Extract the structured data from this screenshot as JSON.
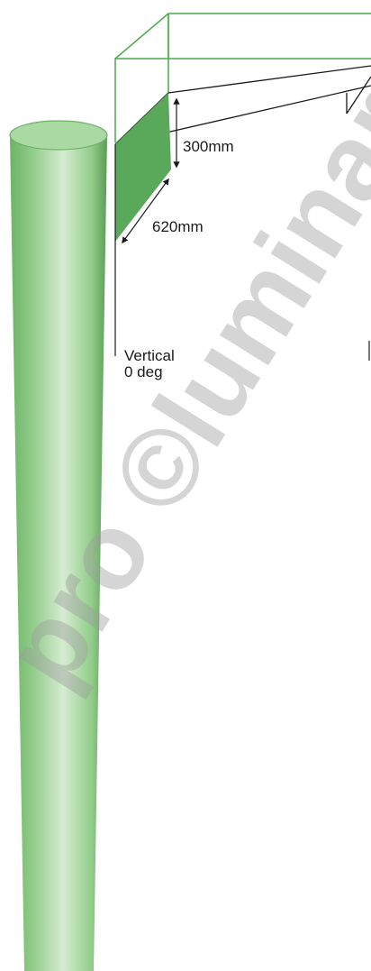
{
  "dimensions": {
    "height_label": "300mm",
    "depth_label": "620mm"
  },
  "angle_label": {
    "line1": "Vertical",
    "line2": "0 deg"
  },
  "watermark": {
    "text": "pro ©luminar"
  },
  "colors": {
    "pole_light": "#d6ecd2",
    "pole_mid": "#8fcb87",
    "pole_dark": "#5a9d55",
    "pole_top": "#aad9a3",
    "fixture_outline": "#4caa4c",
    "fixture_face": "#5aa85a",
    "line": "#1a1a1a"
  }
}
